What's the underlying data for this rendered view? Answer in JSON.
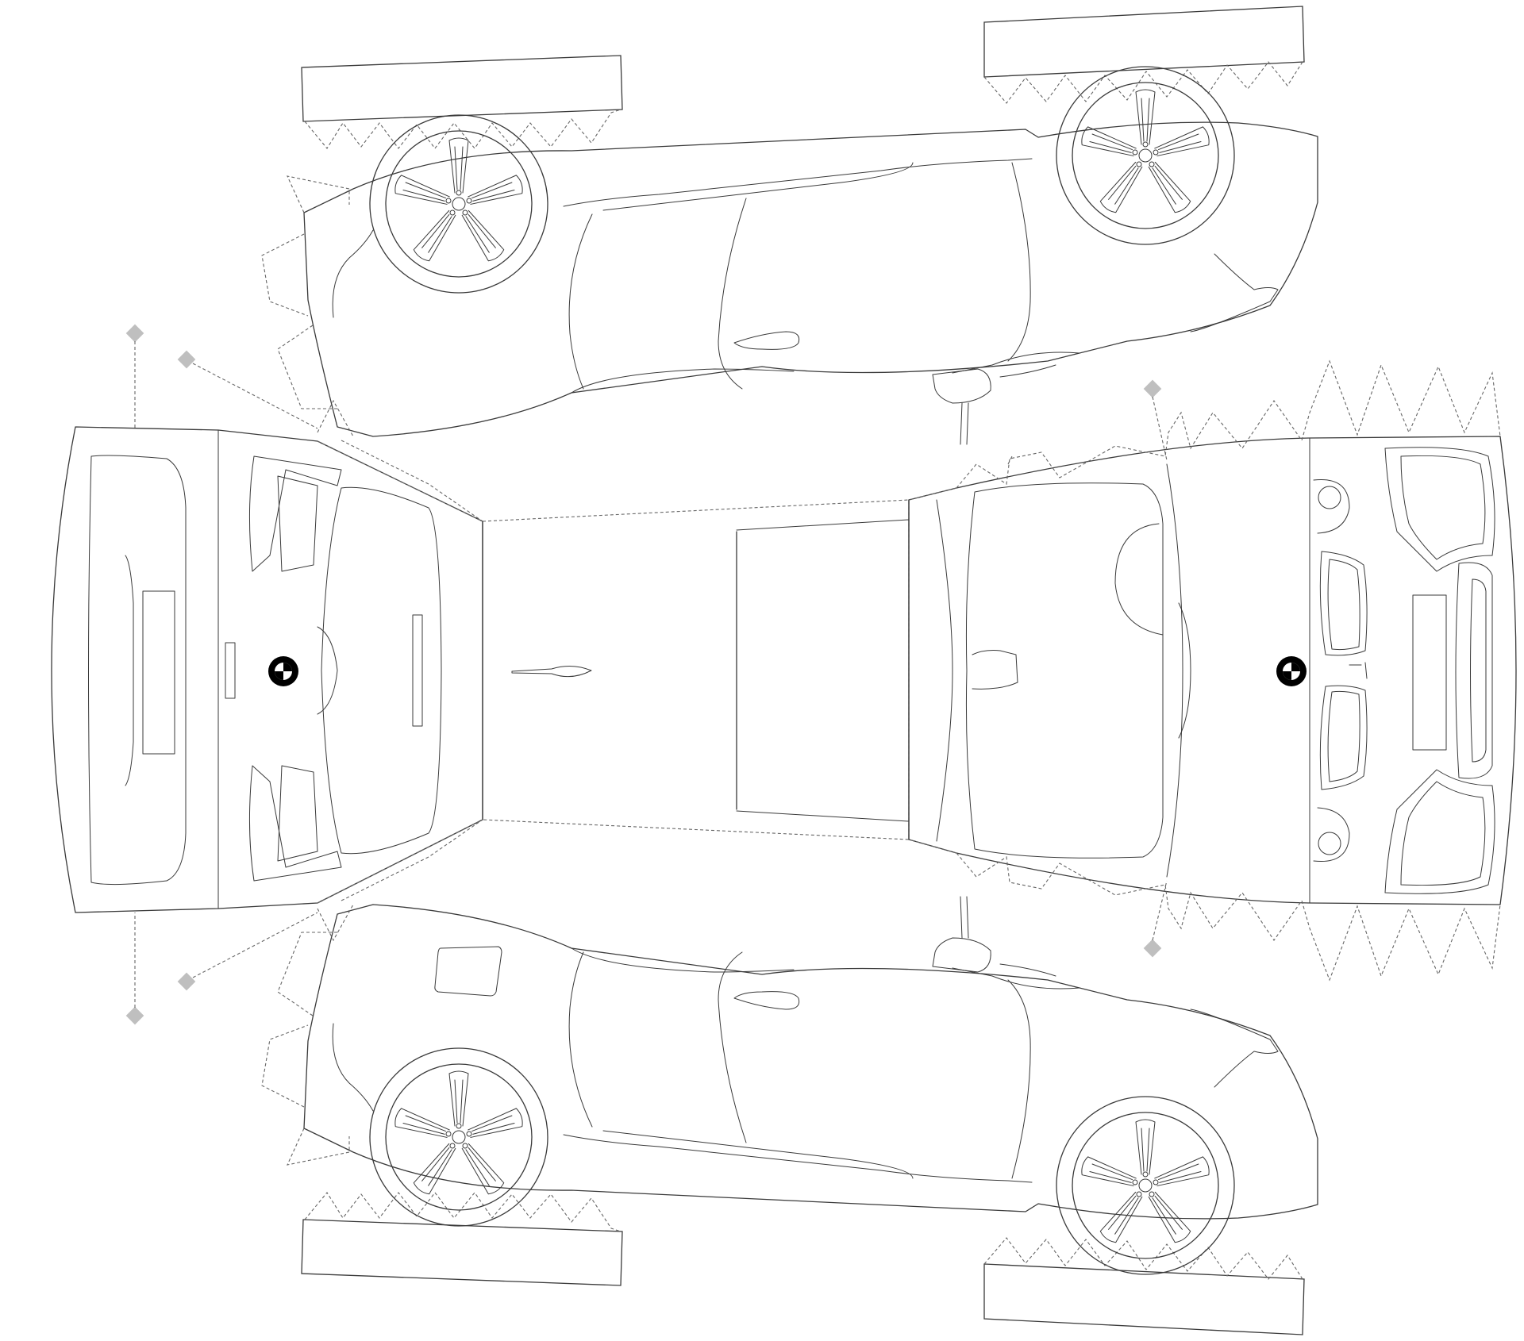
{
  "colors": {
    "ink": "#3a3a3a",
    "fold_line": "#666666",
    "glue_marker": "#bfbfbf",
    "logo_fill": "#000000",
    "background": "#ffffff"
  },
  "parts": {
    "side_panels": 2,
    "roof_panel": 1,
    "front_panel": 1,
    "rear_panel": 1,
    "wheels": 4,
    "base_tabs": 4,
    "glue_markers": 6
  },
  "icons": {
    "logo": "roundel-logo",
    "glue": "diamond-glue-marker"
  }
}
